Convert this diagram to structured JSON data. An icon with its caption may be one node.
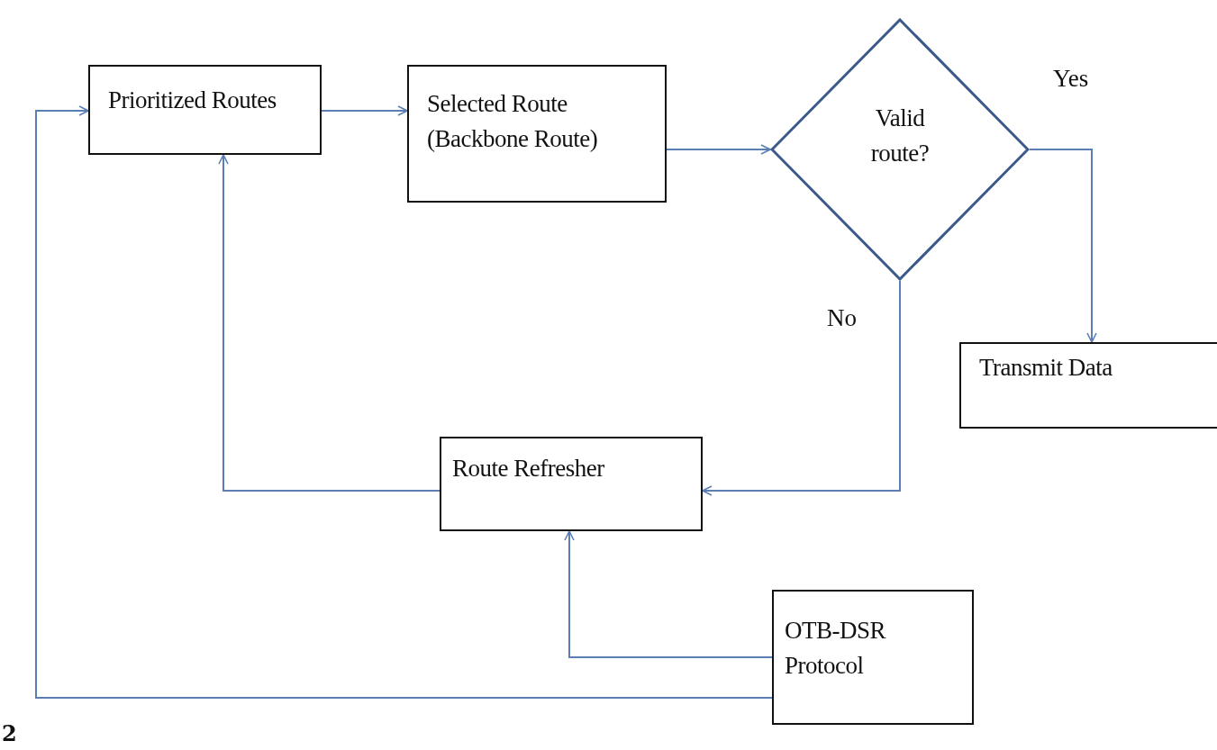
{
  "diagram": {
    "nodes": [
      {
        "text": [
          "Prioritized Routes"
        ]
      },
      {
        "text": [
          "Selected Route (Backbone Route)"
        ]
      },
      {
        "text": [
          "Valid route?"
        ]
      },
      {
        "text": [
          "Transmit Data"
        ]
      },
      {
        "text": [
          "Route Refresher"
        ]
      },
      {
        "text": [
          "OTB-DSR Protocol"
        ]
      }
    ],
    "edges": [
      {
        "from": 0,
        "to": 1,
        "arrow": "to"
      },
      {
        "from": 1,
        "to": 2,
        "arrow": "to"
      },
      {
        "from": 2,
        "to": 3,
        "arrow": "to",
        "label": "Yes"
      },
      {
        "from": 2,
        "to": 4,
        "arrow": "to",
        "label": "No"
      },
      {
        "from": 4,
        "to": 0,
        "arrow": "to"
      },
      {
        "from": 5,
        "to": 4,
        "arrow": "to"
      },
      {
        "from": 5,
        "to": 0,
        "arrow": "to"
      }
    ],
    "labels": [
      "2"
    ]
  }
}
